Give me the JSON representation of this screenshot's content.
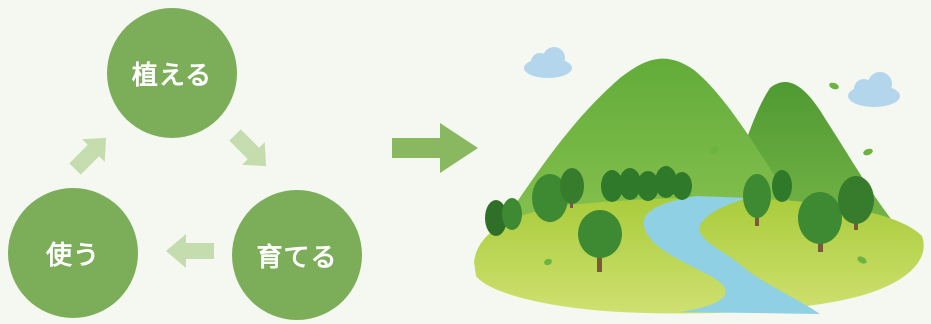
{
  "cycle": {
    "steps": [
      {
        "label": "植える"
      },
      {
        "label": "育てる"
      },
      {
        "label": "使う"
      }
    ]
  },
  "colors": {
    "background": "#f4f8f0",
    "circle": "#7cae5a",
    "cycle_arrow": "#c5dcae",
    "result_arrow": "#8ab860",
    "mountain_back": "#6cb33f",
    "mountain_front": "#5aa236",
    "meadow": "#bcd64a",
    "river": "#8fd0e4",
    "tree": "#3d8a32",
    "trunk": "#7a5a3a",
    "cloud": "#b3d6ec"
  },
  "icons": {
    "cycle_arrows": [
      "arrow-down-right-icon",
      "arrow-left-icon",
      "arrow-up-right-icon"
    ],
    "result_arrow": "arrow-right-icon",
    "illustration": "forest-landscape-illustration"
  }
}
